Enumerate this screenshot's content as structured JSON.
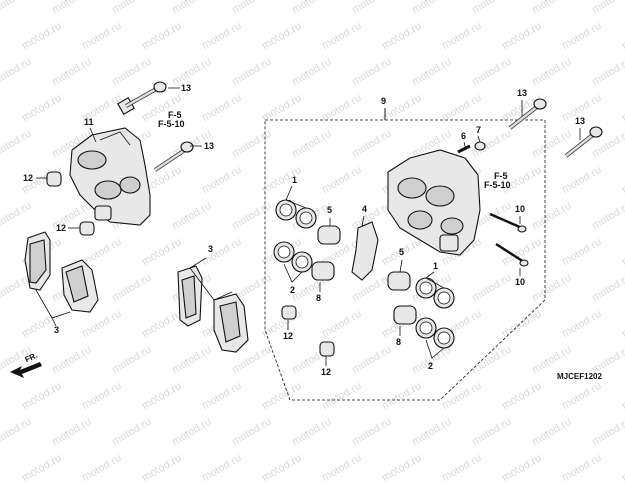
{
  "watermark": "motod.ru",
  "callouts": {
    "c13_top": "13",
    "c11": "11",
    "c13_mid": "13",
    "c12_left": "12",
    "c12_left2": "12",
    "c3_left": "3",
    "c9": "9",
    "c13_right_a": "13",
    "c13_right_b": "13",
    "c6": "6",
    "c7": "7",
    "c1_top": "1",
    "c5_top": "5",
    "c4": "4",
    "c2_mid": "2",
    "c8_mid": "8",
    "c10_a": "10",
    "c10_b": "10",
    "c5_right": "5",
    "c1_right": "1",
    "c8_right": "8",
    "c2_right": "2",
    "c3_center": "3",
    "c12_center": "12",
    "c12_bottom": "12"
  },
  "references": {
    "left_line1": "F-5",
    "left_line2": "F-5-10",
    "right_line1": "F-5",
    "right_line2": "F-5-10"
  },
  "direction_label": "FR.",
  "diagram_code": "MJCEF1202",
  "icons": [
    "front-arrow-icon"
  ]
}
